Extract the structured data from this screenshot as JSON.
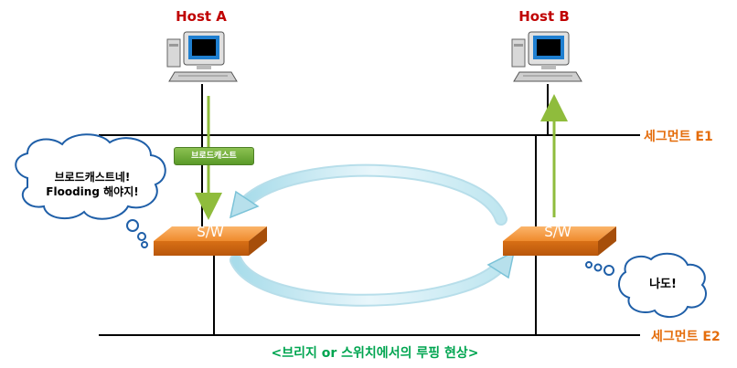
{
  "hosts": [
    {
      "label": "Host A"
    },
    {
      "label": "Host B"
    }
  ],
  "segments": {
    "top": "세그먼트 E1",
    "bottom": "세그먼트 E2"
  },
  "switches": [
    {
      "label": "S/W"
    },
    {
      "label": "S/W"
    }
  ],
  "broadcast_badge": "브로드캐스트",
  "bubbles": {
    "left_line1": "브로드캐스트네!",
    "left_line2": "Flooding 해야지!",
    "right": "나도!"
  },
  "caption": "<브리지 or 스위치에서의 루핑 현상>",
  "colors": {
    "host_label": "#c00000",
    "segment_label": "#e46c0a",
    "caption": "#00a550",
    "arrow": "#8fbc3c",
    "switch": "#f08a2c"
  }
}
